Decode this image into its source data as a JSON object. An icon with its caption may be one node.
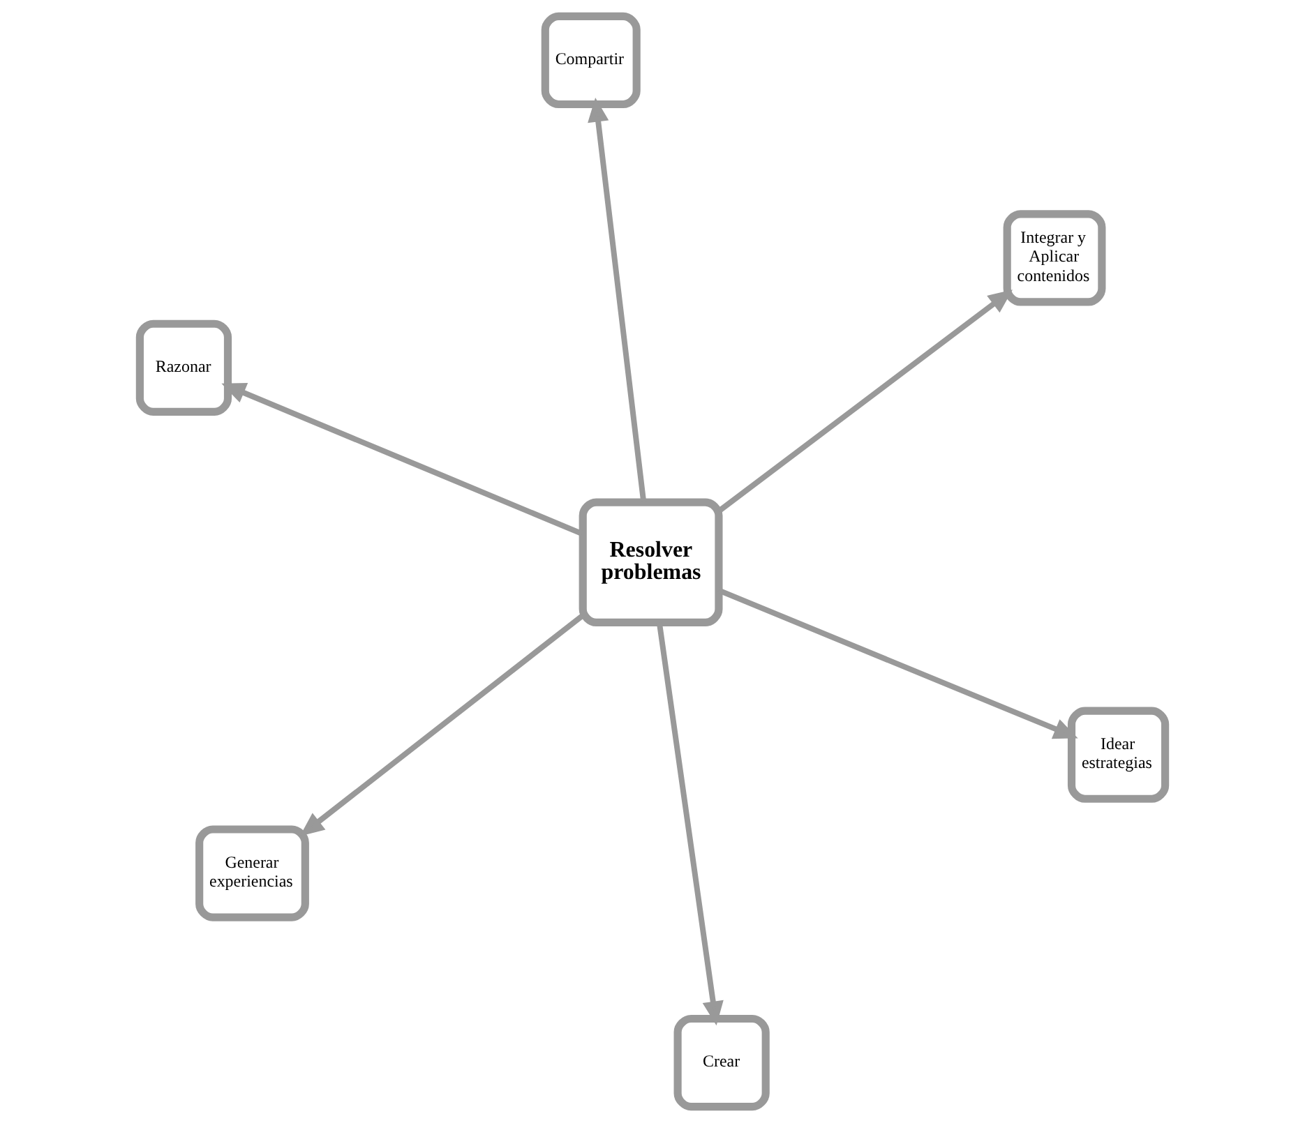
{
  "diagram": {
    "nodes": [
      {
        "text": [
          "Razonar"
        ]
      },
      {
        "text": [
          "Idear estrategias"
        ]
      },
      {
        "text": [
          "Crear"
        ]
      },
      {
        "text": [
          "Resolver problemas"
        ]
      },
      {
        "text": [
          "Integrar y Aplicar contenidos"
        ]
      },
      {
        "text": [
          "Compartir"
        ]
      },
      {
        "text": [
          "Generar experiencias"
        ]
      }
    ],
    "edges": [
      {
        "from": 3,
        "to": 0,
        "arrow": "to"
      },
      {
        "from": 3,
        "to": 1,
        "arrow": "to"
      },
      {
        "from": 3,
        "to": 2,
        "arrow": "to"
      },
      {
        "from": 3,
        "to": 4,
        "arrow": "to"
      },
      {
        "from": 3,
        "to": 5,
        "arrow": "to"
      },
      {
        "from": 3,
        "to": 6,
        "arrow": "to"
      }
    ]
  }
}
